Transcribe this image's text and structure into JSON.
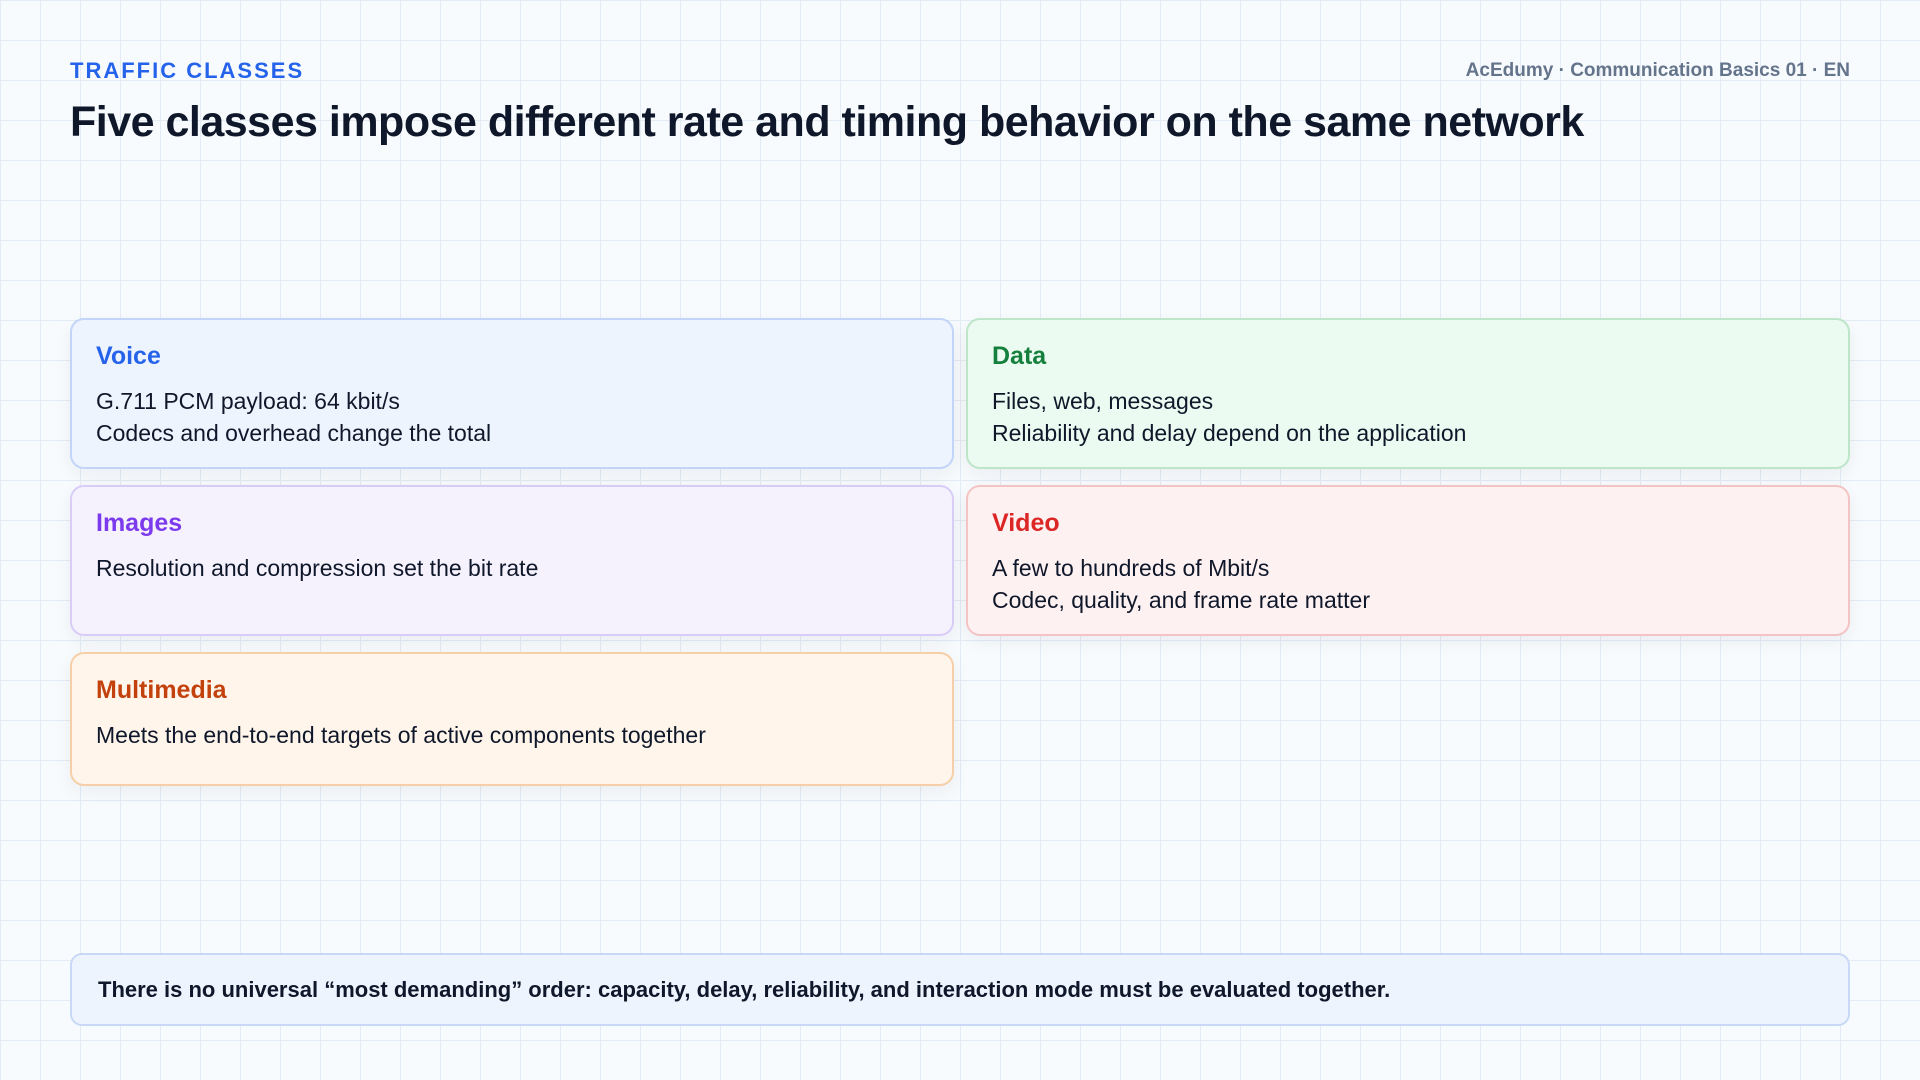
{
  "header": {
    "eyebrow": "TRAFFIC CLASSES",
    "meta": "AcEdumy · Communication Basics 01 · EN",
    "title": "Five classes impose different rate and timing behavior on the same network"
  },
  "cards": {
    "voice": {
      "title": "Voice",
      "lines": [
        "G.711 PCM payload: 64 kbit/s",
        "Codecs and overhead change the total"
      ]
    },
    "data": {
      "title": "Data",
      "lines": [
        "Files, web, messages",
        "Reliability and delay depend on the application"
      ]
    },
    "images": {
      "title": "Images",
      "lines": [
        "Resolution and compression set the bit rate"
      ]
    },
    "video": {
      "title": "Video",
      "lines": [
        "A few to hundreds of Mbit/s",
        "Codec, quality, and frame rate matter"
      ]
    },
    "multimedia": {
      "title": "Multimedia",
      "lines": [
        "Meets the end-to-end targets of active components together"
      ]
    }
  },
  "footer_note": "There is no universal “most demanding” order: capacity, delay, reliability, and interaction mode must be evaluated together.",
  "colors": {
    "voice": "#2563eb",
    "data": "#15803d",
    "images": "#7c3aed",
    "video": "#dc2626",
    "multimedia": "#c2410c",
    "eyebrow": "#2563eb"
  }
}
